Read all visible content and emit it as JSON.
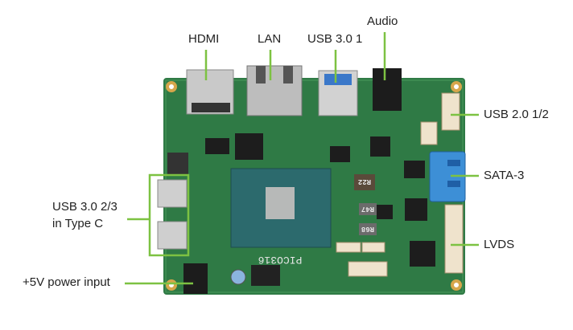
{
  "labels": {
    "hdmi": "HDMI",
    "lan": "LAN",
    "usb30_1": "USB 3.0 1",
    "audio": "Audio",
    "usb20": "USB 2.0 1/2",
    "sata": "SATA-3",
    "lvds": "LVDS",
    "usb30_23_line1": "USB 3.0 2/3",
    "usb30_23_line2": "in Type C",
    "power": "+5V power input"
  },
  "board": {
    "model": "PICO316",
    "chip_marks": [
      "R22",
      "R47",
      "R68"
    ]
  },
  "colors": {
    "callout": "#7dc242",
    "pcb": "#2f7a45",
    "sata_connector": "#3d8fd6"
  }
}
